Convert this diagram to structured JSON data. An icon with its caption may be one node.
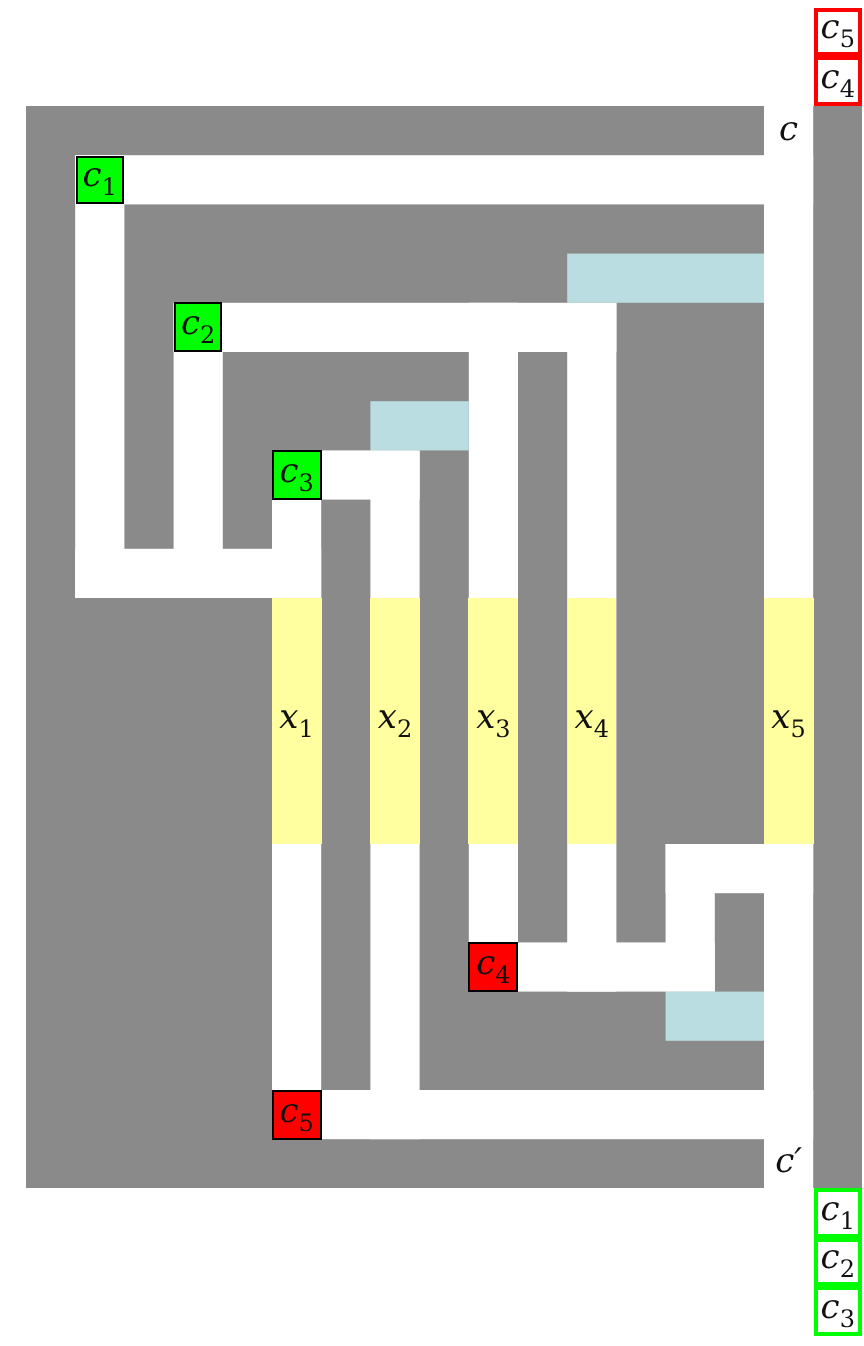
{
  "diagram": {
    "nodes": [
      {
        "text": [
          "c$_{5}$"
        ]
      },
      {
        "text": [
          "c$_{4}$"
        ]
      },
      {
        "text": [
          "c"
        ]
      },
      {
        "text": [
          "c$_{1}$"
        ]
      },
      {
        "text": [
          "c$_{2}$"
        ]
      },
      {
        "text": [
          "c$_{3}$"
        ]
      },
      {
        "text": [
          "x$_{1}$"
        ]
      },
      {
        "text": [
          "x$_{2}$"
        ]
      },
      {
        "text": [
          "x$_{3}$"
        ]
      },
      {
        "text": [
          "x$_{4}$"
        ]
      },
      {
        "text": [
          "x$_{5}$"
        ]
      },
      {
        "text": [
          "c$_{4}$"
        ]
      },
      {
        "text": [
          "c$_{5}$"
        ]
      },
      {
        "text": [
          "c′"
        ]
      },
      {
        "text": [
          "c$_{1}$"
        ]
      },
      {
        "text": [
          "c$_{2}$"
        ]
      },
      {
        "text": [
          "c$_{3}$"
        ]
      }
    ]
  }
}
